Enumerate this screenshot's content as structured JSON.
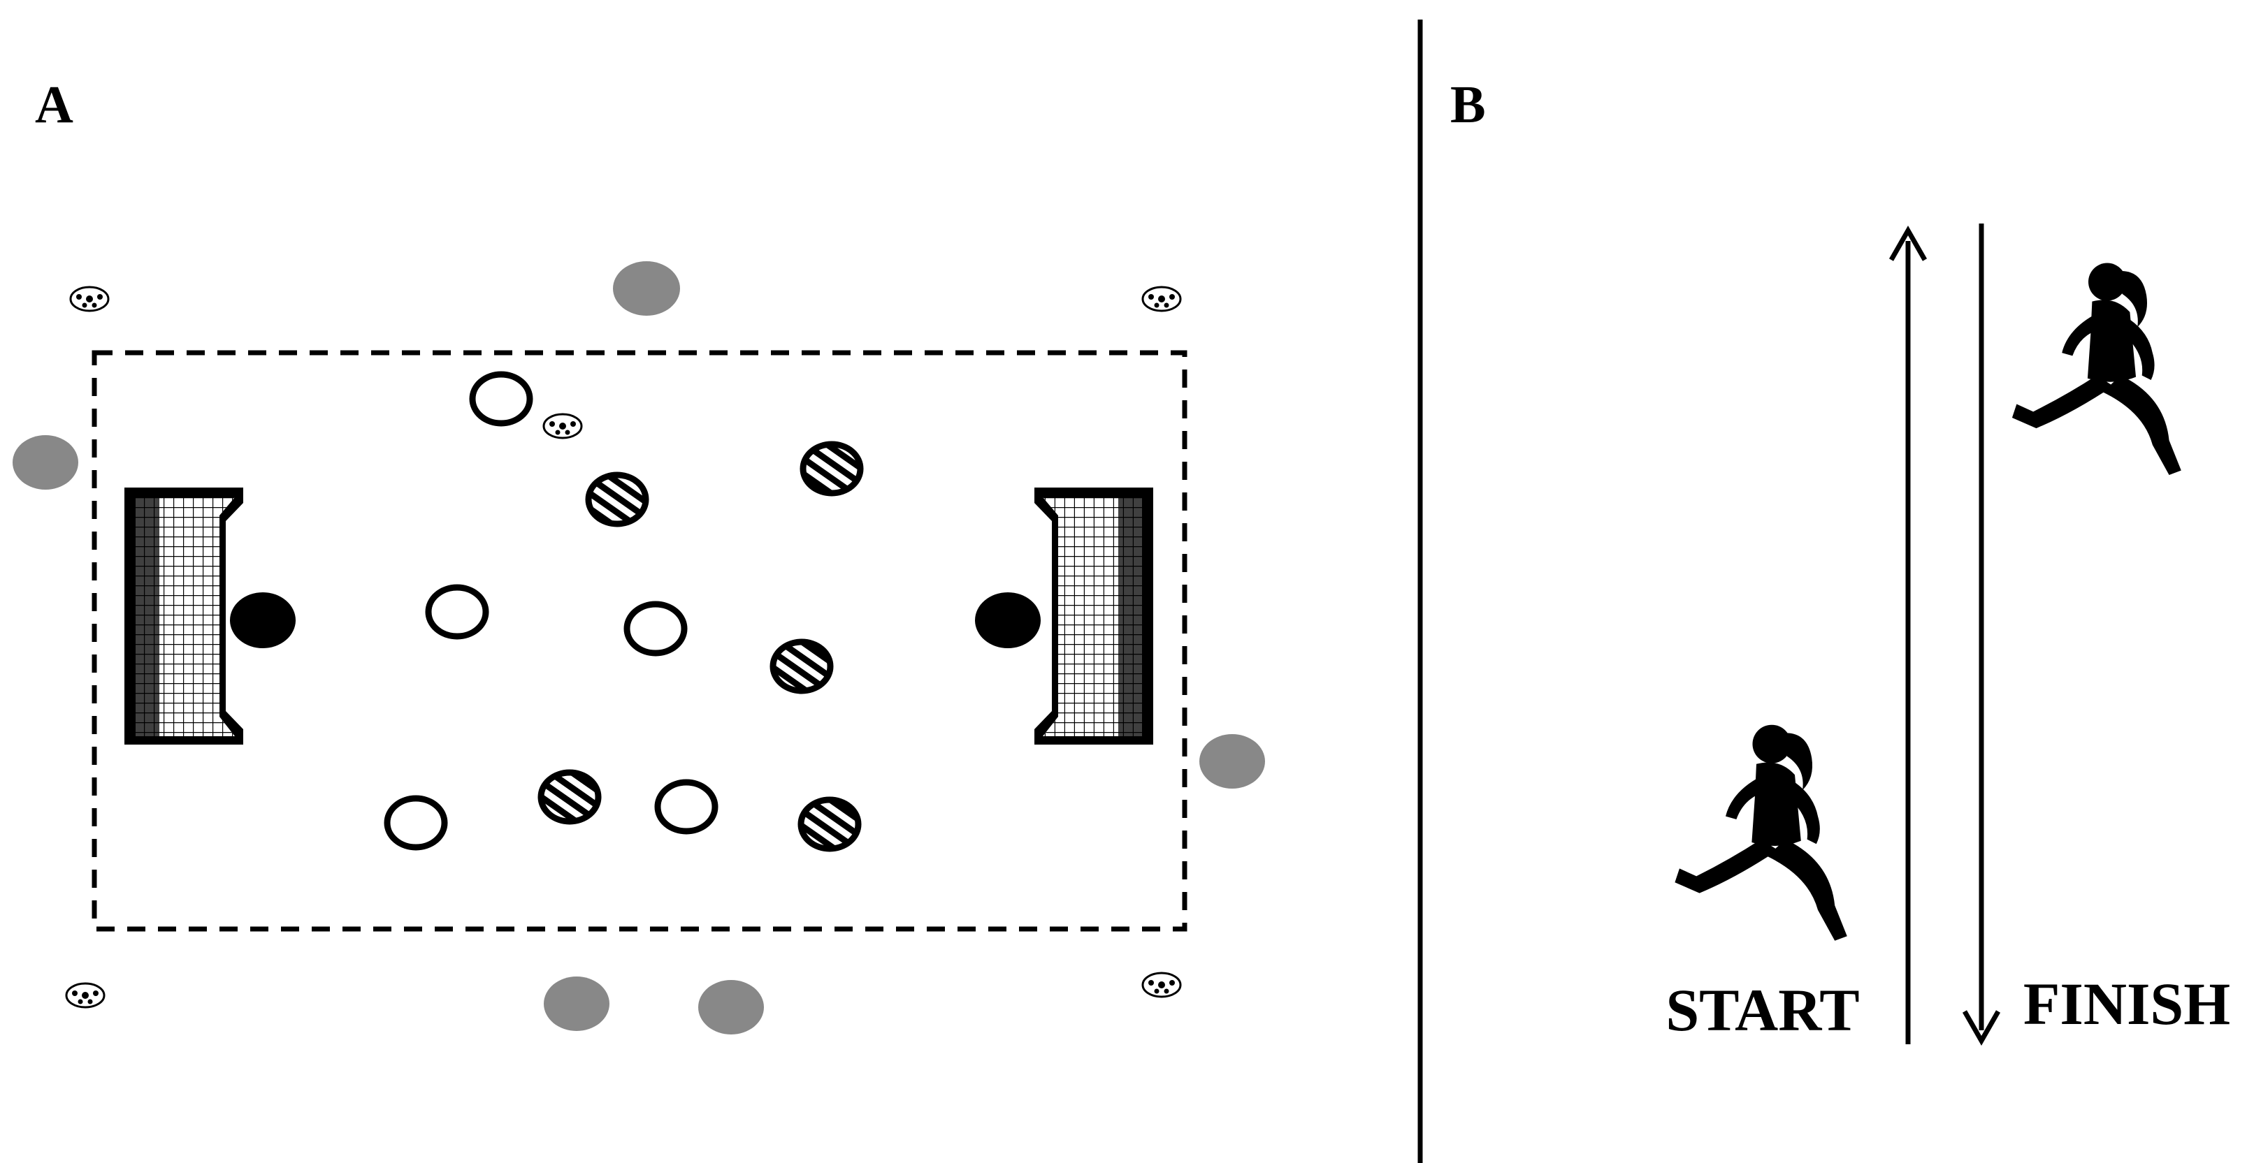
{
  "panels": {
    "a": {
      "label": "A"
    },
    "b": {
      "label": "B"
    }
  },
  "shuttle": {
    "start_label": "START",
    "finish_label": "FINISH"
  },
  "colors": {
    "ink": "#000000",
    "outside_player": "#888888",
    "background": "#ffffff"
  },
  "icons": {
    "ball": "soccer-ball-icon",
    "goal": "goal-net-icon",
    "runner": "running-woman-icon"
  }
}
